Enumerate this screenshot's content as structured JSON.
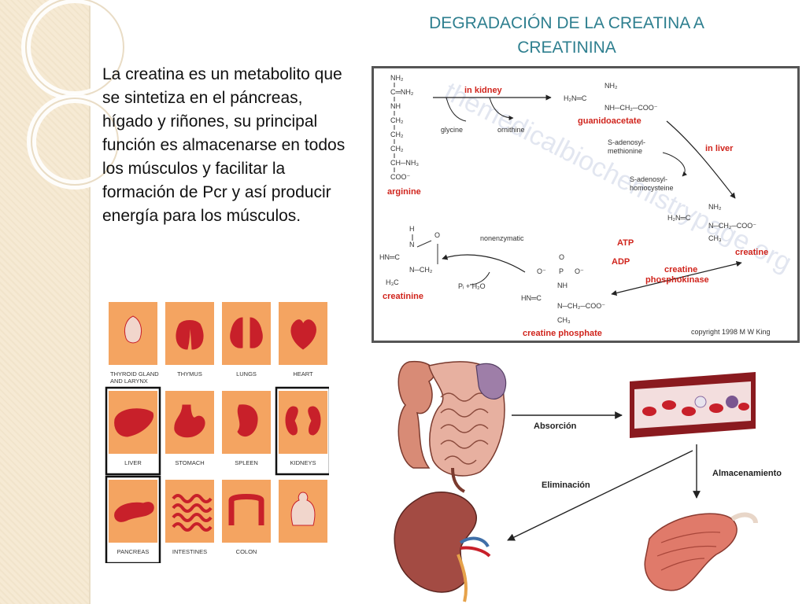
{
  "slide": {
    "title_line1": "DEGRADACIÓN DE LA CREATINA A",
    "title_line2": "CREATININA",
    "intro_text": "La creatina es un metabolito que se sintetiza en el páncreas, hígado y riñones, su principal función es almacenarse en todos los músculos y facilitar la formación de Pcr y así producir energía para los músculos."
  },
  "organs": [
    {
      "label": "THYROID GLAND",
      "label2": "AND LARYNX",
      "highlighted": false,
      "icon": "thyroid-icon"
    },
    {
      "label": "THYMUS",
      "label2": "",
      "highlighted": false,
      "icon": "thymus-icon"
    },
    {
      "label": "LUNGS",
      "label2": "",
      "highlighted": false,
      "icon": "lungs-icon"
    },
    {
      "label": "HEART",
      "label2": "",
      "highlighted": false,
      "icon": "heart-icon"
    },
    {
      "label": "LIVER",
      "label2": "",
      "highlighted": true,
      "icon": "liver-icon"
    },
    {
      "label": "STOMACH",
      "label2": "",
      "highlighted": false,
      "icon": "stomach-icon"
    },
    {
      "label": "SPLEEN",
      "label2": "",
      "highlighted": false,
      "icon": "spleen-icon"
    },
    {
      "label": "KIDNEYS",
      "label2": "",
      "highlighted": true,
      "icon": "kidneys-icon"
    },
    {
      "label": "PANCREAS",
      "label2": "",
      "highlighted": true,
      "icon": "pancreas-icon"
    },
    {
      "label": "INTESTINES",
      "label2": "",
      "highlighted": false,
      "icon": "intestines-icon"
    },
    {
      "label": "COLON",
      "label2": "",
      "highlighted": false,
      "icon": "colon-icon"
    },
    {
      "label": "",
      "label2": "",
      "highlighted": false,
      "icon": "torso-icon"
    }
  ],
  "pathway": {
    "in_kidney": "in kidney",
    "in_liver": "in liver",
    "glycine": "glycine",
    "ornithine": "ornithine",
    "arginine": "arginine",
    "guanidoacetate": "guanidoacetate",
    "sam_1": "S-adenosyl-",
    "sam_2": "methionine",
    "sah_1": "S-adenosyl-",
    "sah_2": "homocysteine",
    "creatine": "creatine",
    "atp": "ATP",
    "adp": "ADP",
    "enzyme_1": "creatine",
    "enzyme_2": "phosphokinase",
    "nonenzymatic": "nonenzymatic",
    "water": "Pᵢ + H₂O",
    "creatinine": "creatinine",
    "creatine_phosphate": "creatine phosphate",
    "copyright": "copyright 1998 M W King",
    "watermark": "themedicalbiochemistrypage.org",
    "formula": {
      "nh2": "NH₂",
      "cnh2": "C═NH₂",
      "nh": "NH",
      "ch2": "CH₂",
      "ch_nh3": "CH─NH₃",
      "coo": "COO⁻",
      "h2n_c": "H₂N═C",
      "nh_ch2_coo": "NH─CH₂─COO⁻",
      "n_ch2_coo": "N─CH₂─COO⁻",
      "ch3": "CH₃",
      "hn_c": "HN═C",
      "h3c": "H₃C",
      "n_ch2": "N─CH₂",
      "h": "H",
      "n": "N",
      "o": "O",
      "p": "P",
      "o_minus": "O⁻"
    }
  },
  "bottom": {
    "absorption": "Absorción",
    "elimination": "Eliminación",
    "storage": "Almacenamiento"
  },
  "colors": {
    "title": "#2e7f8f",
    "organ_bg": "#f4a461",
    "organ_red": "#c8202a",
    "pathway_red": "#d0241c",
    "highlight_border": "#111111"
  }
}
